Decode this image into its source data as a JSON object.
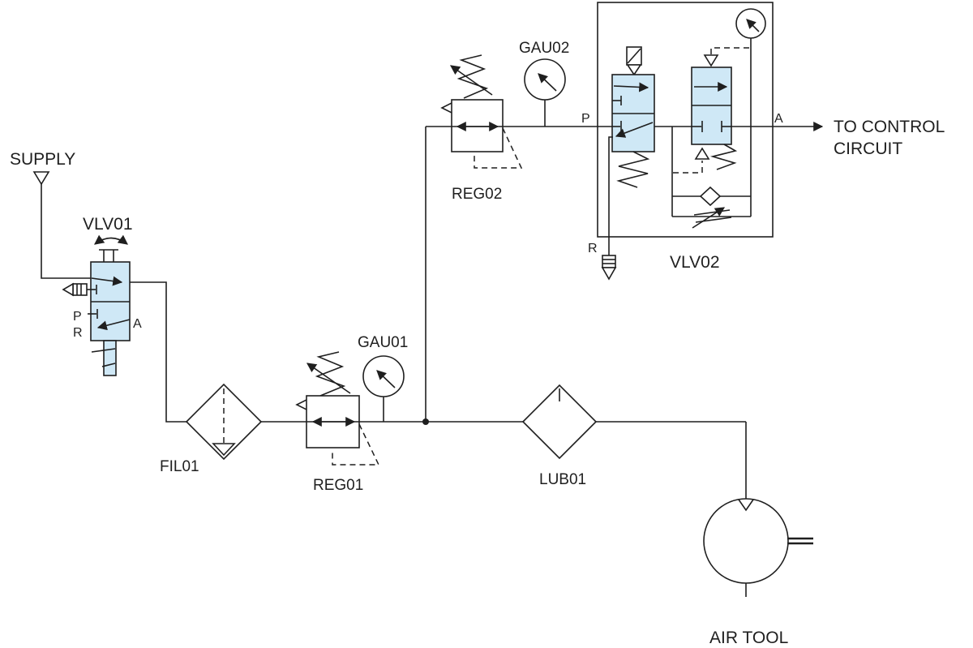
{
  "colors": {
    "component_fill": "#cfe8f6",
    "line": "#1f1f1f",
    "background": "#ffffff"
  },
  "labels": {
    "supply": "SUPPLY",
    "vlv01": {
      "name": "VLV01",
      "port_p": "P",
      "port_r": "R",
      "port_a": "A"
    },
    "fil01": "FIL01",
    "reg01": "REG01",
    "gau01": "GAU01",
    "reg02": "REG02",
    "gau02": "GAU02",
    "vlv02": {
      "name": "VLV02",
      "port_p": "P",
      "port_a": "A",
      "port_r": "R"
    },
    "lub01": "LUB01",
    "air_tool": "AIR TOOL",
    "to_control": {
      "line1": "TO CONTROL",
      "line2": "CIRCUIT"
    }
  }
}
